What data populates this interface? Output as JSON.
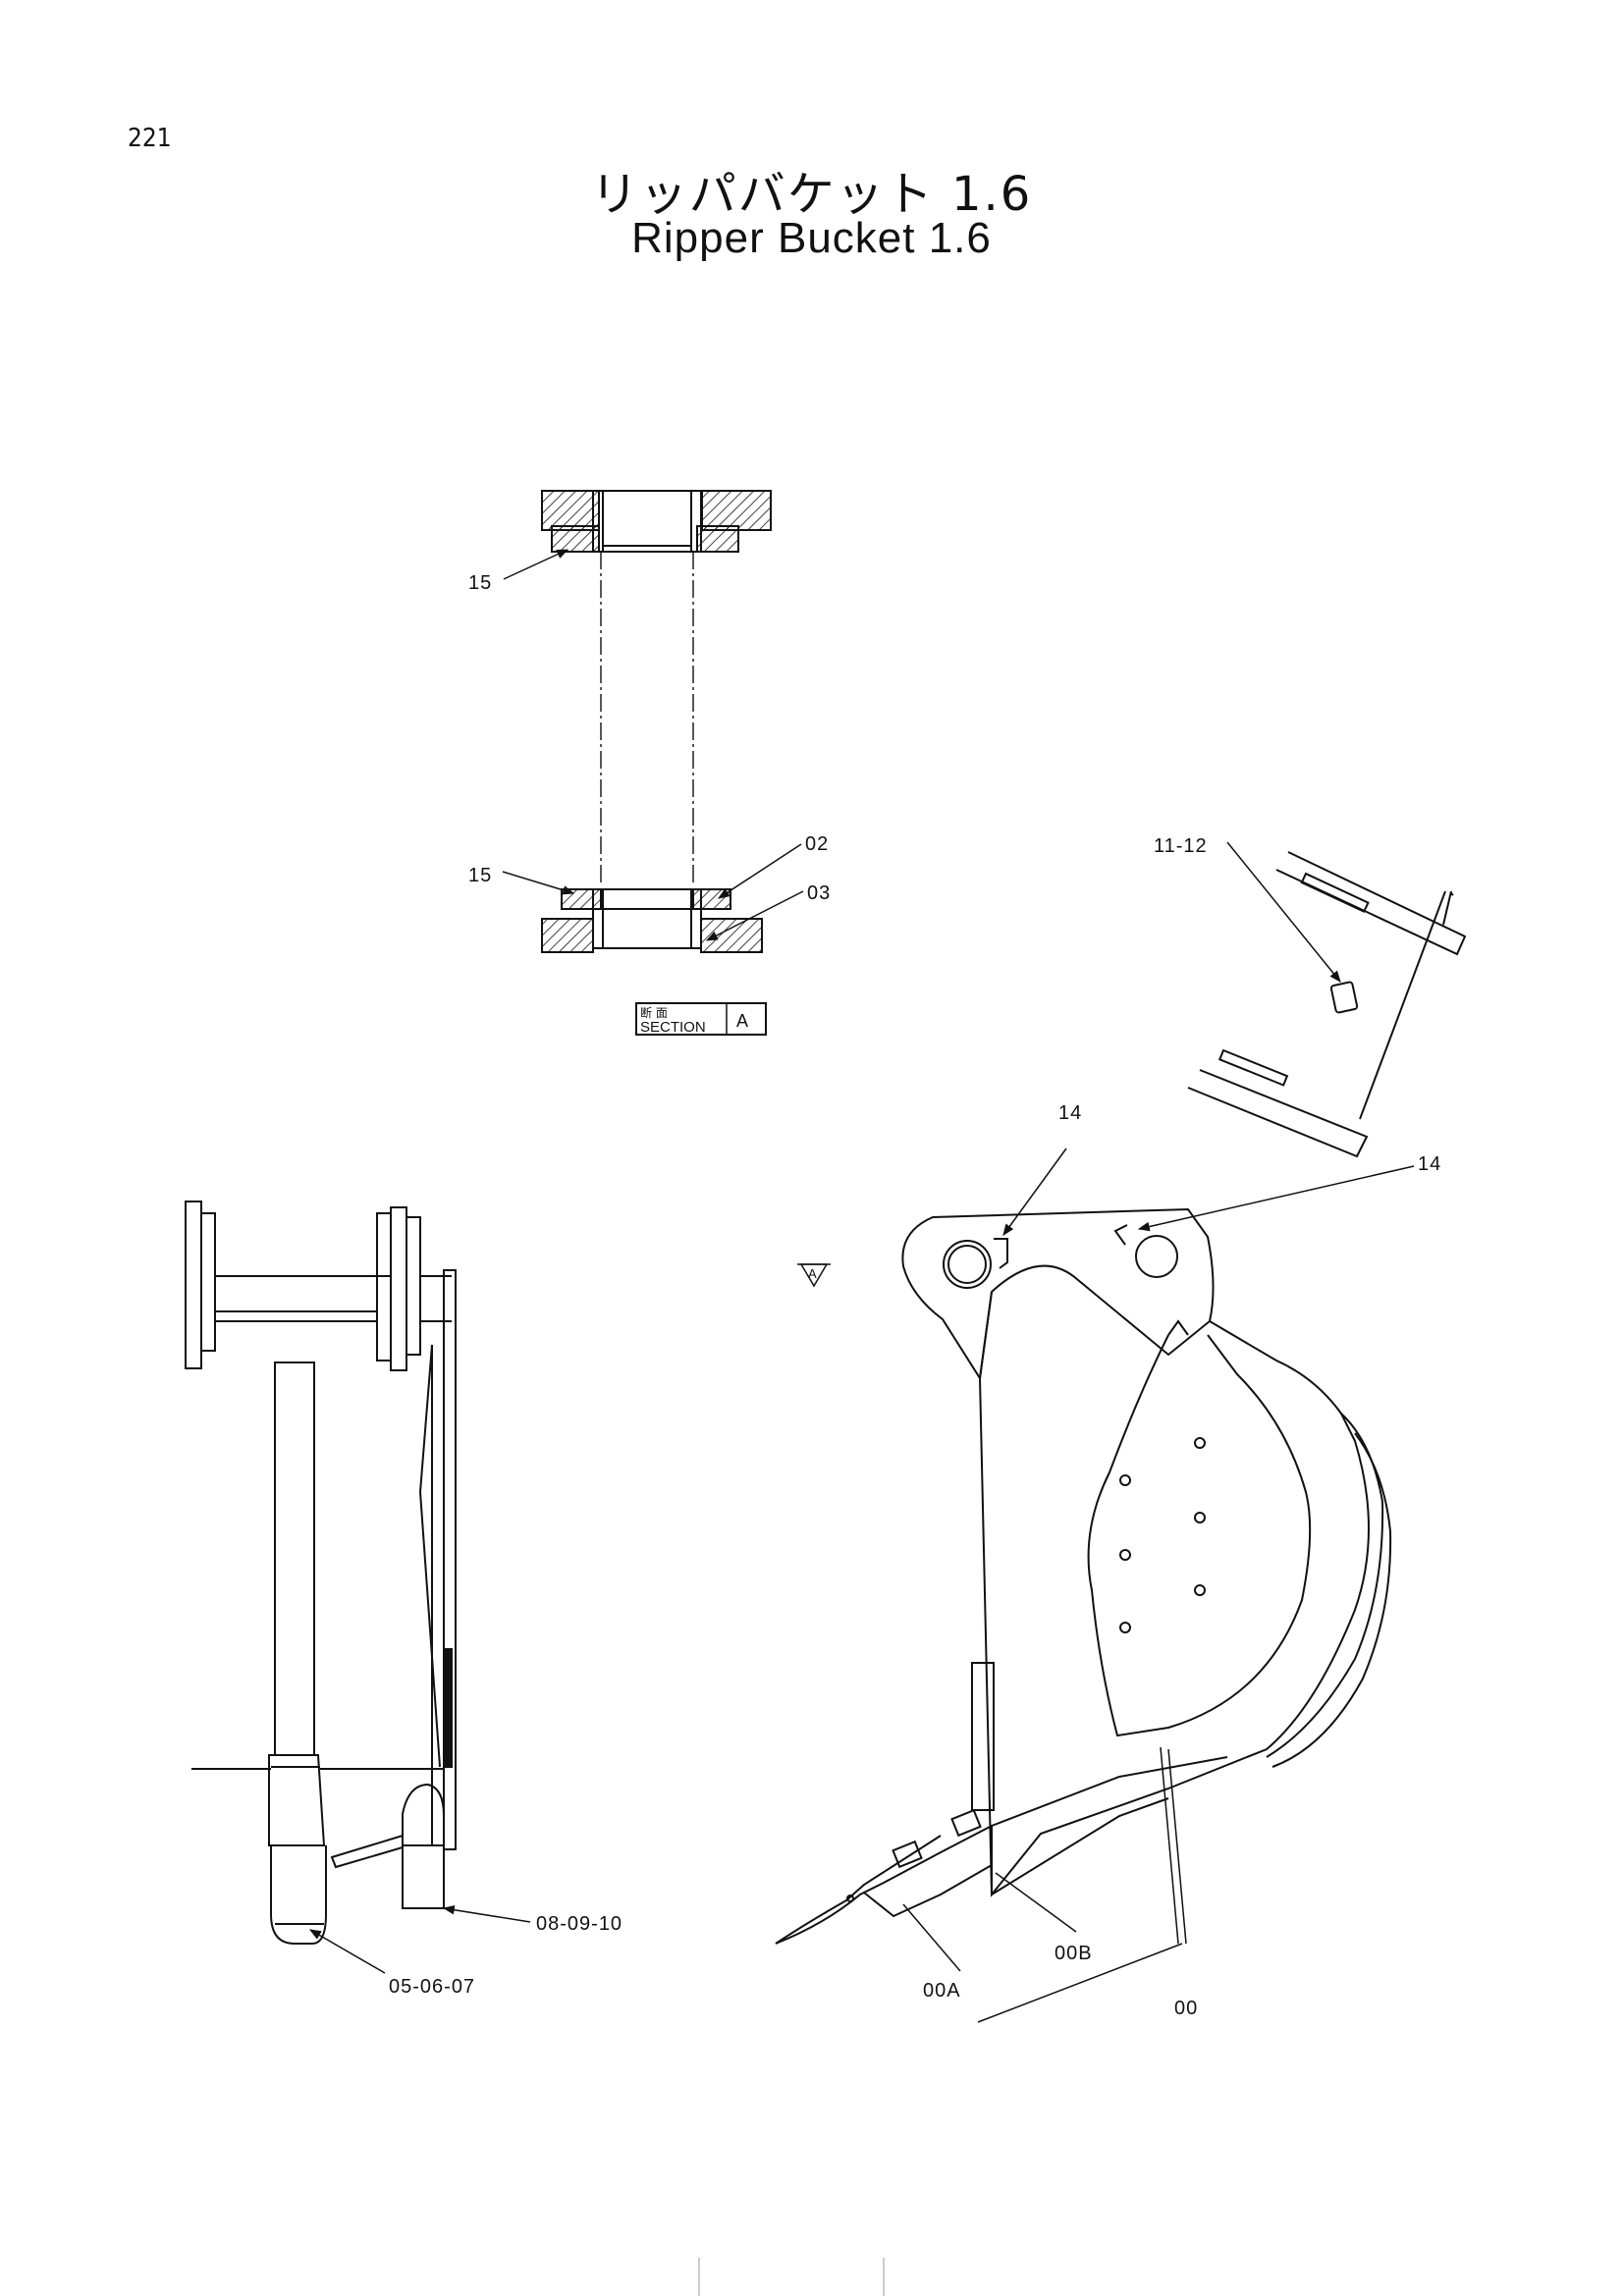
{
  "page": {
    "number": "221"
  },
  "title": {
    "japanese": "リッパバケット 1.6",
    "english": "Ripper Bucket 1.6"
  },
  "section": {
    "kanji": "断 面",
    "label": "SECTION",
    "letter": "A"
  },
  "view_marker": "A",
  "callouts": {
    "c15_top": "15",
    "c15_bottom": "15",
    "c02": "02",
    "c03": "03",
    "c11_12": "11-12",
    "c14_left": "14",
    "c14_right": "14",
    "c08_09_10": "08-09-10",
    "c05_06_07": "05-06-07",
    "c00A": "00A",
    "c00B": "00B",
    "c00": "00"
  }
}
